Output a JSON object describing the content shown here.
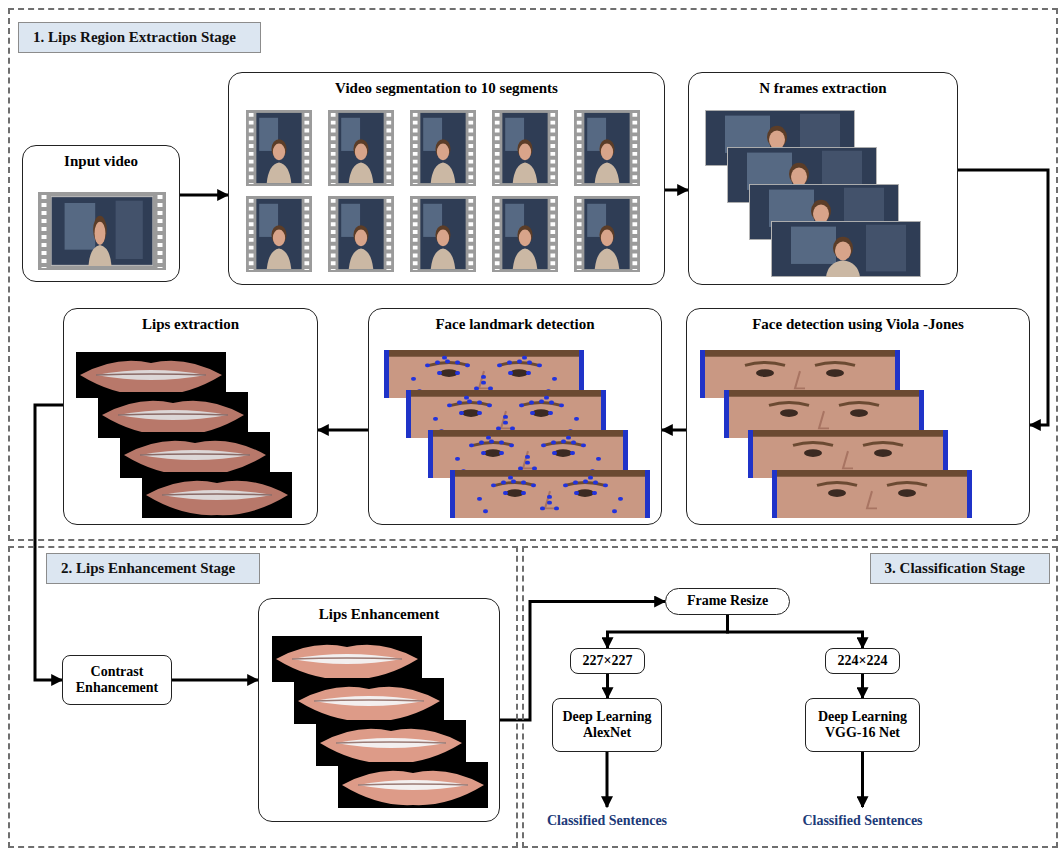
{
  "diagram": {
    "nodes": [
      {
        "text": [
          "1. Lips Region Extraction Stage"
        ]
      },
      {
        "text": [
          "Input video"
        ],
        "in": 0
      },
      {
        "text": [
          "Video segmentation to 10 segments"
        ],
        "in": 0
      },
      {
        "text": [
          "N frames extraction"
        ],
        "in": 0
      },
      {
        "text": [
          "Face detection using Viola -Jones"
        ],
        "in": 0
      },
      {
        "text": [
          "Face landmark detection"
        ],
        "in": 0
      },
      {
        "text": [
          "Lips extraction"
        ],
        "in": 0
      },
      {
        "text": [
          "2. Lips Enhancement Stage"
        ]
      },
      {
        "text": [
          "Contrast Enhancement"
        ],
        "in": 7
      },
      {
        "text": [
          "Lips Enhancement"
        ],
        "in": 7
      },
      {
        "text": [
          "3. Classification Stage"
        ]
      },
      {
        "text": [
          "Frame Resize"
        ],
        "in": 10
      },
      {
        "text": [
          "227×227"
        ],
        "in": 10
      },
      {
        "text": [
          "224×224"
        ],
        "in": 10
      },
      {
        "text": [
          "Deep Learning AlexNet"
        ],
        "in": 10
      },
      {
        "text": [
          "Deep Learning VGG-16 Net"
        ],
        "in": 10
      }
    ],
    "edges": [
      {
        "from": 1,
        "to": 2,
        "arrow": "to"
      },
      {
        "from": 2,
        "to": 3,
        "arrow": "to"
      },
      {
        "from": 3,
        "to": 4,
        "arrow": "to"
      },
      {
        "from": 4,
        "to": 5,
        "arrow": "to"
      },
      {
        "from": 5,
        "to": 6,
        "arrow": "to"
      },
      {
        "from": 6,
        "to": 8,
        "arrow": "to"
      },
      {
        "from": 8,
        "to": 9,
        "arrow": "to"
      },
      {
        "from": 9,
        "to": 11,
        "arrow": "to"
      },
      {
        "from": 11,
        "to": 12,
        "arrow": "to"
      },
      {
        "from": 11,
        "to": 13,
        "arrow": "to"
      },
      {
        "from": 12,
        "to": 14,
        "arrow": "to"
      },
      {
        "from": 13,
        "to": 15,
        "arrow": "to"
      }
    ],
    "labels": [
      "Classified Sentences",
      "Classified Sentences"
    ]
  }
}
